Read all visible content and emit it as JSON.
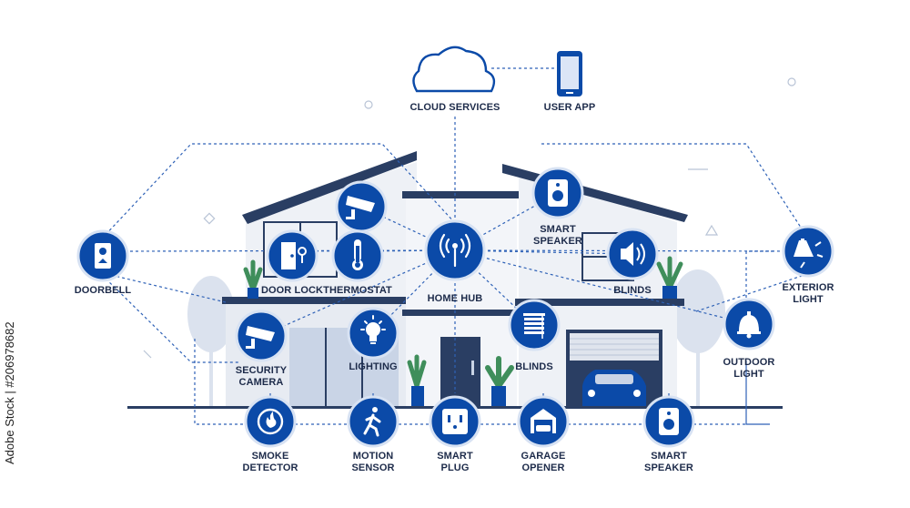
{
  "colors": {
    "node_fill": "#0b4aa8",
    "node_stroke": "#d7e2f3",
    "icon": "#ffffff",
    "line": "#2f62b7",
    "house_wall": "#eef1f6",
    "house_wall_dark": "#dfe4ed",
    "roof": "#2a3e63",
    "window": "#c9d4e6",
    "tree": "#cfd8e6",
    "text": "#1d2b4a"
  },
  "labels": {
    "cloud": "CLOUD SERVICES",
    "user_app": "USER APP",
    "doorbell": "DOORBELL",
    "door_lock": "DOOR LOCK",
    "thermostat": "THERMOSTAT",
    "home_hub": "HOME HUB",
    "smart_speaker_top": "SMART\nSPEAKER",
    "blinds_right": "BLINDS",
    "exterior_light": "EXTERIOR\nLIGHT",
    "security_camera": "SECURITY\nCAMERA",
    "lighting": "LIGHTING",
    "blinds_mid": "BLINDS",
    "outdoor_light": "OUTDOOR\nLIGHT",
    "smoke_detector": "SMOKE\nDETECTOR",
    "motion_sensor": "MOTION\nSENSOR",
    "smart_plug": "SMART\nPLUG",
    "garage_opener": "GARAGE\nOPENER",
    "smart_speaker_bottom": "SMART\nSPEAKER"
  },
  "watermark": "Adobe Stock | #206978682"
}
